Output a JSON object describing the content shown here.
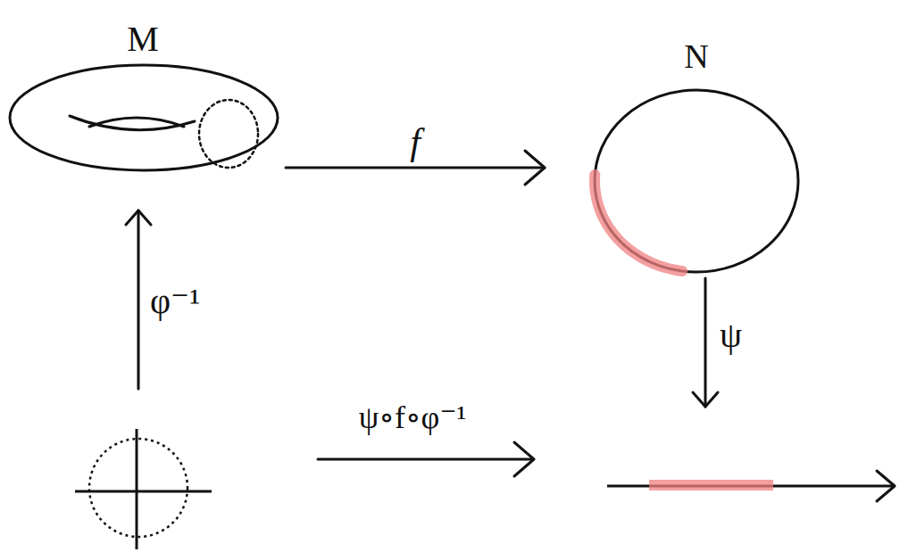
{
  "diagram": {
    "nodes": [
      {
        "text": [
          "M"
        ]
      },
      {
        "text": [
          "N"
        ]
      }
    ],
    "edges": [
      {
        "from": 0,
        "to": 1,
        "label": "f",
        "arrow": "to"
      }
    ],
    "labels": [
      "φ⁻¹",
      "ψ",
      "ψ∘f∘φ⁻¹"
    ]
  }
}
